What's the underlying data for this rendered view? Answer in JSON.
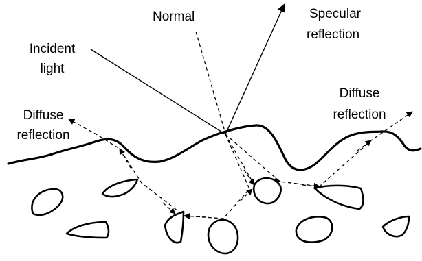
{
  "labels": {
    "normal": "Normal",
    "specular_line1": "Specular",
    "specular_line2": "reflection",
    "incident_line1": "Incident",
    "incident_line2": "light",
    "diffuse_left_line1": "Diffuse",
    "diffuse_left_line2": "reflection",
    "diffuse_right_line1": "Diffuse",
    "diffuse_right_line2": "reflection"
  }
}
